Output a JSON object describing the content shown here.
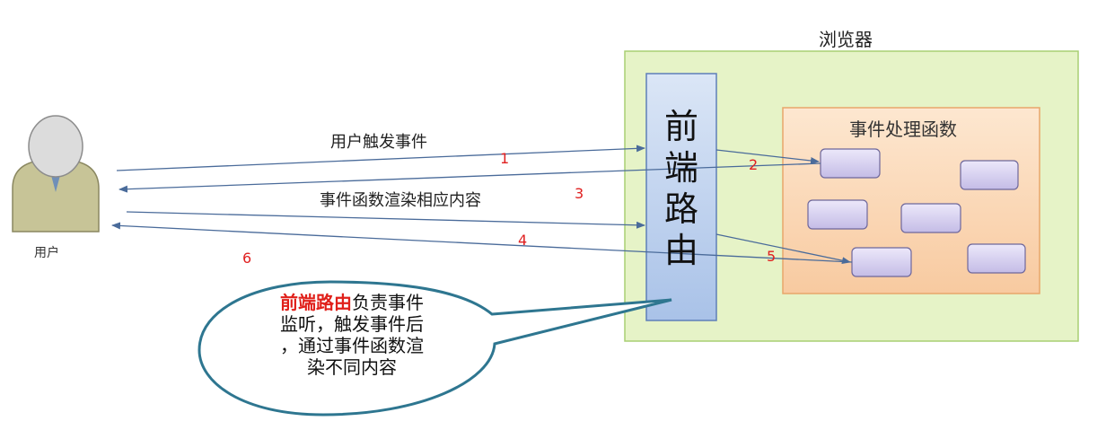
{
  "browser": {
    "title": "浏览器"
  },
  "router": {
    "chars": [
      "前",
      "端",
      "路",
      "由"
    ]
  },
  "handlers": {
    "title": "事件处理函数"
  },
  "user": {
    "label": "用户"
  },
  "messages": {
    "trigger": "用户触发事件",
    "render": "事件函数渲染相应内容"
  },
  "steps": [
    "1",
    "2",
    "3",
    "4",
    "5",
    "6"
  ],
  "callout": {
    "highlight": "前端路由",
    "line1_rest": "负责事件",
    "line2": "监听，触发事件后",
    "line3": "，通过事件函数渲",
    "line4": "染不同内容"
  },
  "colors": {
    "browser_fill": "#e6f3c7",
    "browser_border": "#a9cf73",
    "router_fill": "#c9d9f2",
    "router_border": "#5e7fb8",
    "handler_fill": "#fbdcbc",
    "handler_border": "#e8a66a",
    "box_fill": "#d9d3f0",
    "box_border": "#6e679b",
    "arrow": "#4a6b9a",
    "step_number": "#e02020",
    "highlight": "#e0201a",
    "callout_border": "#2e7690"
  }
}
